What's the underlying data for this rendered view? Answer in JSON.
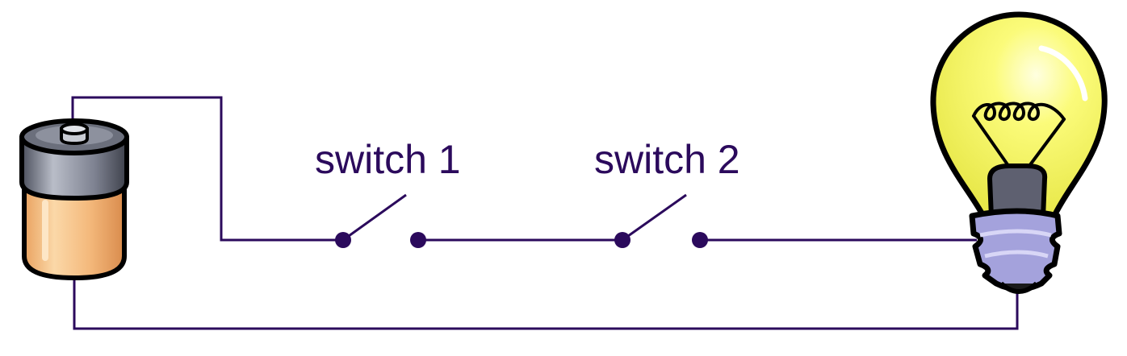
{
  "colors": {
    "wire": "#2b0a5c",
    "label": "#2b0a5c",
    "battery_body": "#f2b77a",
    "battery_cap": "#7a7f8e",
    "bulb_glass": "#fafa6a",
    "bulb_base": "#9c9ad8",
    "outline": "#000000"
  },
  "labels": {
    "switch_1": "switch 1",
    "switch_2": "switch 2"
  },
  "components": {
    "battery": {
      "icon": "battery-icon"
    },
    "switch_1": {
      "state": "open"
    },
    "switch_2": {
      "state": "open"
    },
    "bulb": {
      "icon": "light-bulb-icon",
      "state": "off"
    }
  }
}
